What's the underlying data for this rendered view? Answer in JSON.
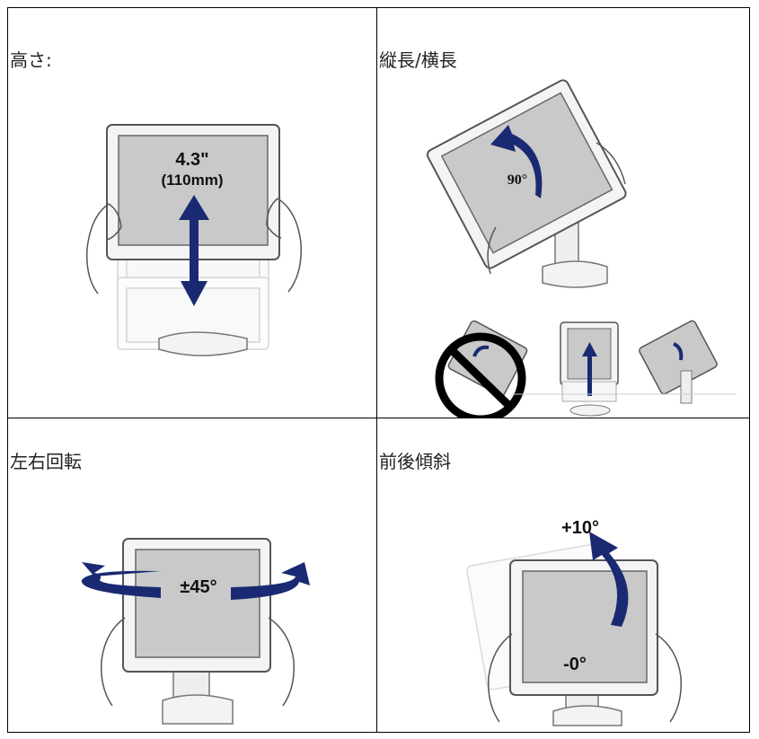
{
  "colors": {
    "arrow": "#1a2a72",
    "screen": "#c9c9c9",
    "bezel": "#f4f4f4",
    "outline": "#555555",
    "forbid": "#000000"
  },
  "cells": [
    {
      "label": "高さ:",
      "annotations": {
        "height_value": "4.3\"",
        "height_mm": "(110mm)"
      },
      "icons": [
        "double-arrow-vertical-icon"
      ]
    },
    {
      "label": "縦長/横長",
      "annotations": {
        "rotate_value": "90°"
      },
      "icons": [
        "rotate-arrow-icon",
        "prohibited-icon",
        "up-arrow-icon",
        "rotate-arrow-small-icon"
      ]
    },
    {
      "label": "左右回転",
      "annotations": {
        "swivel_value": "±45°"
      },
      "icons": [
        "swivel-arrow-left-icon",
        "swivel-arrow-right-icon"
      ]
    },
    {
      "label": "前後傾斜",
      "annotations": {
        "tilt_top": "+10°",
        "tilt_bottom": "-0°"
      },
      "icons": [
        "tilt-arrow-icon"
      ]
    }
  ]
}
